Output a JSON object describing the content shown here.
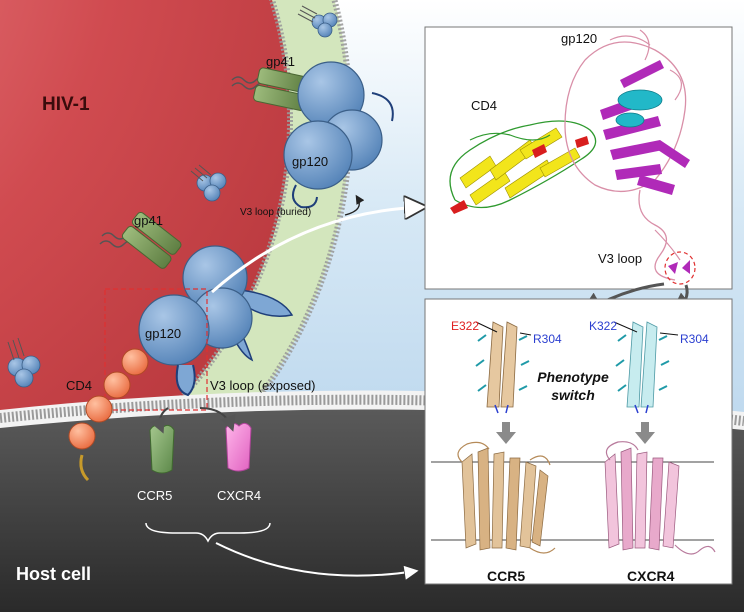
{
  "labels": {
    "hiv": "HIV-1",
    "host_cell": "Host cell",
    "gp41_top": "gp41",
    "gp120_top": "gp120",
    "v3_buried": "V3 loop (buried)",
    "gp41_mid": "gp41",
    "gp120_mid": "gp120",
    "cd4_left": "CD4",
    "v3_exposed": "V3 loop (exposed)",
    "ccr5_left": "CCR5",
    "cxcr4_left": "CXCR4"
  },
  "panel_top": {
    "gp120": "gp120",
    "cd4": "CD4",
    "v3": "V3 loop"
  },
  "panel_bottom": {
    "e322": "E322",
    "r304_a": "R304",
    "k322": "K322",
    "r304_b": "R304",
    "phenotype_line1": "Phenotype",
    "phenotype_line2": "switch",
    "ccr5": "CCR5",
    "cxcr4": "CXCR4"
  },
  "colors": {
    "virus_red": "#cf4a4e",
    "membrane_green": "#cfe3b8",
    "background_blue": "#c6dff1",
    "host_dark": "#3b3b3b",
    "gp120_blue": "#6f9bcb",
    "gp41_green": "#7f9f5d",
    "cd4_orange": "#f0865d",
    "ccr5_green": "#7fa86a",
    "cxcr4_pink": "#ee7fcf",
    "residue_red": "#e02020",
    "residue_blue": "#2b3fd0"
  }
}
